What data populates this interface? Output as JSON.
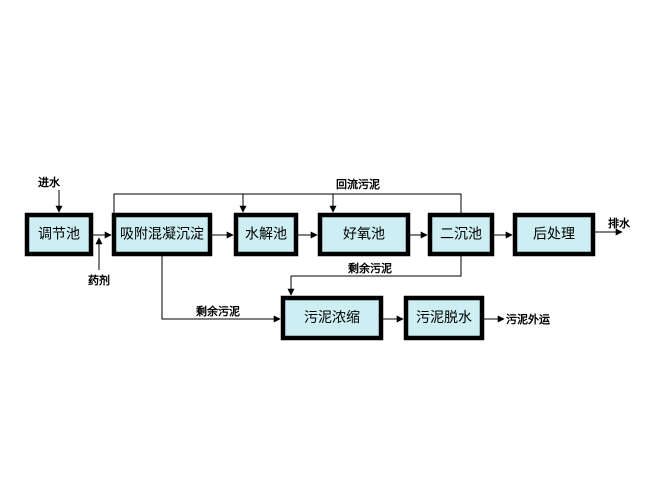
{
  "boxes": {
    "regulation_tank": "调节池",
    "adsorption_coagulation": "吸附混凝沉淀",
    "hydrolysis_tank": "水解池",
    "aerobic_tank": "好氧池",
    "secondary_clarifier": "二沉池",
    "post_treatment": "后处理",
    "sludge_thickening": "污泥浓缩",
    "sludge_dewatering": "污泥脱水"
  },
  "labels": {
    "inflow": "进水",
    "chemicals": "药剂",
    "return_sludge": "回流污泥",
    "excess_sludge_clarifier": "剩余污泥",
    "excess_sludge_coagulation": "剩余污泥",
    "discharge": "排水",
    "sludge_out": "污泥外运"
  },
  "colors": {
    "box_fill": "#cdeef2",
    "box_border": "#000000",
    "line": "#000000"
  }
}
